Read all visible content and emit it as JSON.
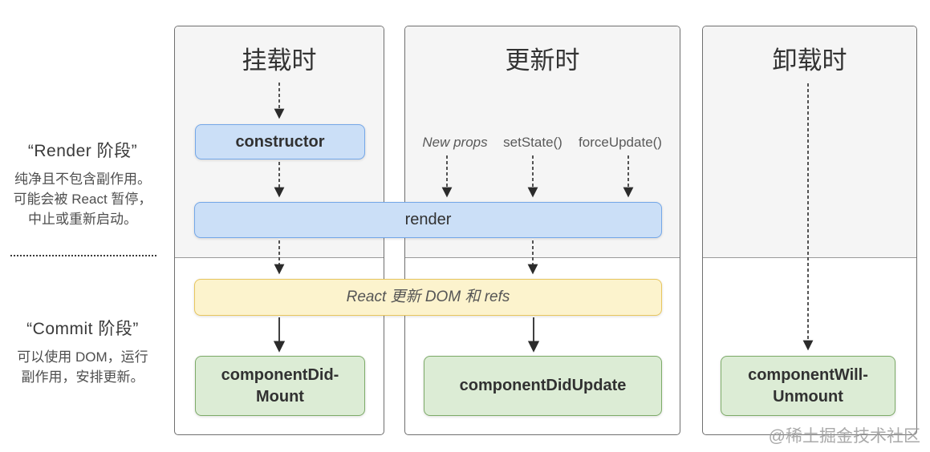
{
  "sidebar": {
    "render_phase": {
      "title": "“Render 阶段”",
      "line1": "纯净且不包含副作用。",
      "line2": "可能会被 React 暂停，",
      "line3": "中止或重新启动。"
    },
    "commit_phase": {
      "title": "“Commit 阶段”",
      "line1": "可以使用 DOM，运行",
      "line2": "副作用，安排更新。"
    }
  },
  "columns": {
    "mount": {
      "title": "挂载时"
    },
    "update": {
      "title": "更新时"
    },
    "unmount": {
      "title": "卸载时"
    }
  },
  "triggers": {
    "new_props": "New props",
    "set_state": "setState()",
    "force_update": "forceUpdate()"
  },
  "boxes": {
    "constructor": "constructor",
    "render": "render",
    "react_update_dom": "React 更新 DOM 和 refs",
    "component_did_mount_line1": "componentDid-",
    "component_did_mount_line2": "Mount",
    "component_did_update": "componentDidUpdate",
    "component_will_unmount_line1": "componentWill-",
    "component_will_unmount_line2": "Unmount"
  },
  "watermark": "@稀土掘金技术社区",
  "colors": {
    "panel_top_bg": "#f5f5f5",
    "panel_border": "#6f6f6f",
    "blue_fill": "#cbdff7",
    "blue_border": "#74a7e8",
    "yellow_fill": "#fcf3cd",
    "yellow_border": "#e8c65e",
    "green_fill": "#dcecd5",
    "green_border": "#7dab68",
    "arrow": "#2b2b2b"
  }
}
